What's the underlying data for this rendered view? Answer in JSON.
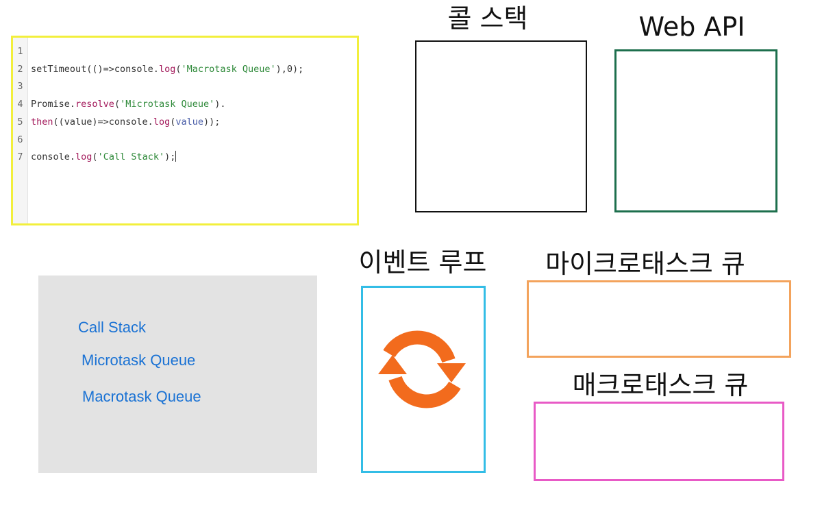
{
  "code": {
    "lines": [
      {
        "num": "1",
        "tokens": []
      },
      {
        "num": "2",
        "tokens": [
          {
            "t": "setTimeout(()=>console.",
            "c": "punc"
          },
          {
            "t": "log",
            "c": "kw"
          },
          {
            "t": "(",
            "c": "punc"
          },
          {
            "t": "'Macrotask Queue'",
            "c": "str"
          },
          {
            "t": "),0);",
            "c": "punc"
          }
        ]
      },
      {
        "num": "3",
        "tokens": []
      },
      {
        "num": "4",
        "tokens": [
          {
            "t": "Promise.",
            "c": "punc"
          },
          {
            "t": "resolve",
            "c": "kw"
          },
          {
            "t": "(",
            "c": "punc"
          },
          {
            "t": "'Microtask Queue'",
            "c": "str"
          },
          {
            "t": ").",
            "c": "punc"
          }
        ]
      },
      {
        "num": "5",
        "tokens": [
          {
            "t": "then",
            "c": "kw"
          },
          {
            "t": "((value)=>console.",
            "c": "punc"
          },
          {
            "t": "log",
            "c": "kw"
          },
          {
            "t": "(",
            "c": "punc"
          },
          {
            "t": "value",
            "c": "var"
          },
          {
            "t": "));",
            "c": "punc"
          }
        ]
      },
      {
        "num": "6",
        "tokens": []
      },
      {
        "num": "7",
        "tokens": [
          {
            "t": "console.",
            "c": "punc"
          },
          {
            "t": "log",
            "c": "kw"
          },
          {
            "t": "(",
            "c": "punc"
          },
          {
            "t": "'Call Stack'",
            "c": "str"
          },
          {
            "t": ");",
            "c": "punc"
          }
        ]
      }
    ]
  },
  "labels": {
    "call_stack": "콜 스택",
    "web_api": "Web API",
    "event_loop": "이벤트 루프",
    "microtask_queue": "마이크로태스크 큐",
    "macrotask_queue": "매크로태스크 큐"
  },
  "console_output": [
    "Call Stack",
    "Microtask Queue",
    "Macrotask Queue"
  ],
  "colors": {
    "editor_border": "#f2ef3c",
    "call_stack_border": "#111111",
    "web_api_border": "#1d6f4d",
    "event_loop_border": "#33bde6",
    "microtask_border": "#f3a35c",
    "macrotask_border": "#e85ac6",
    "loop_icon": "#f26b1d",
    "output_text": "#1a72d4"
  },
  "icons": {
    "event_loop": "refresh-icon"
  }
}
